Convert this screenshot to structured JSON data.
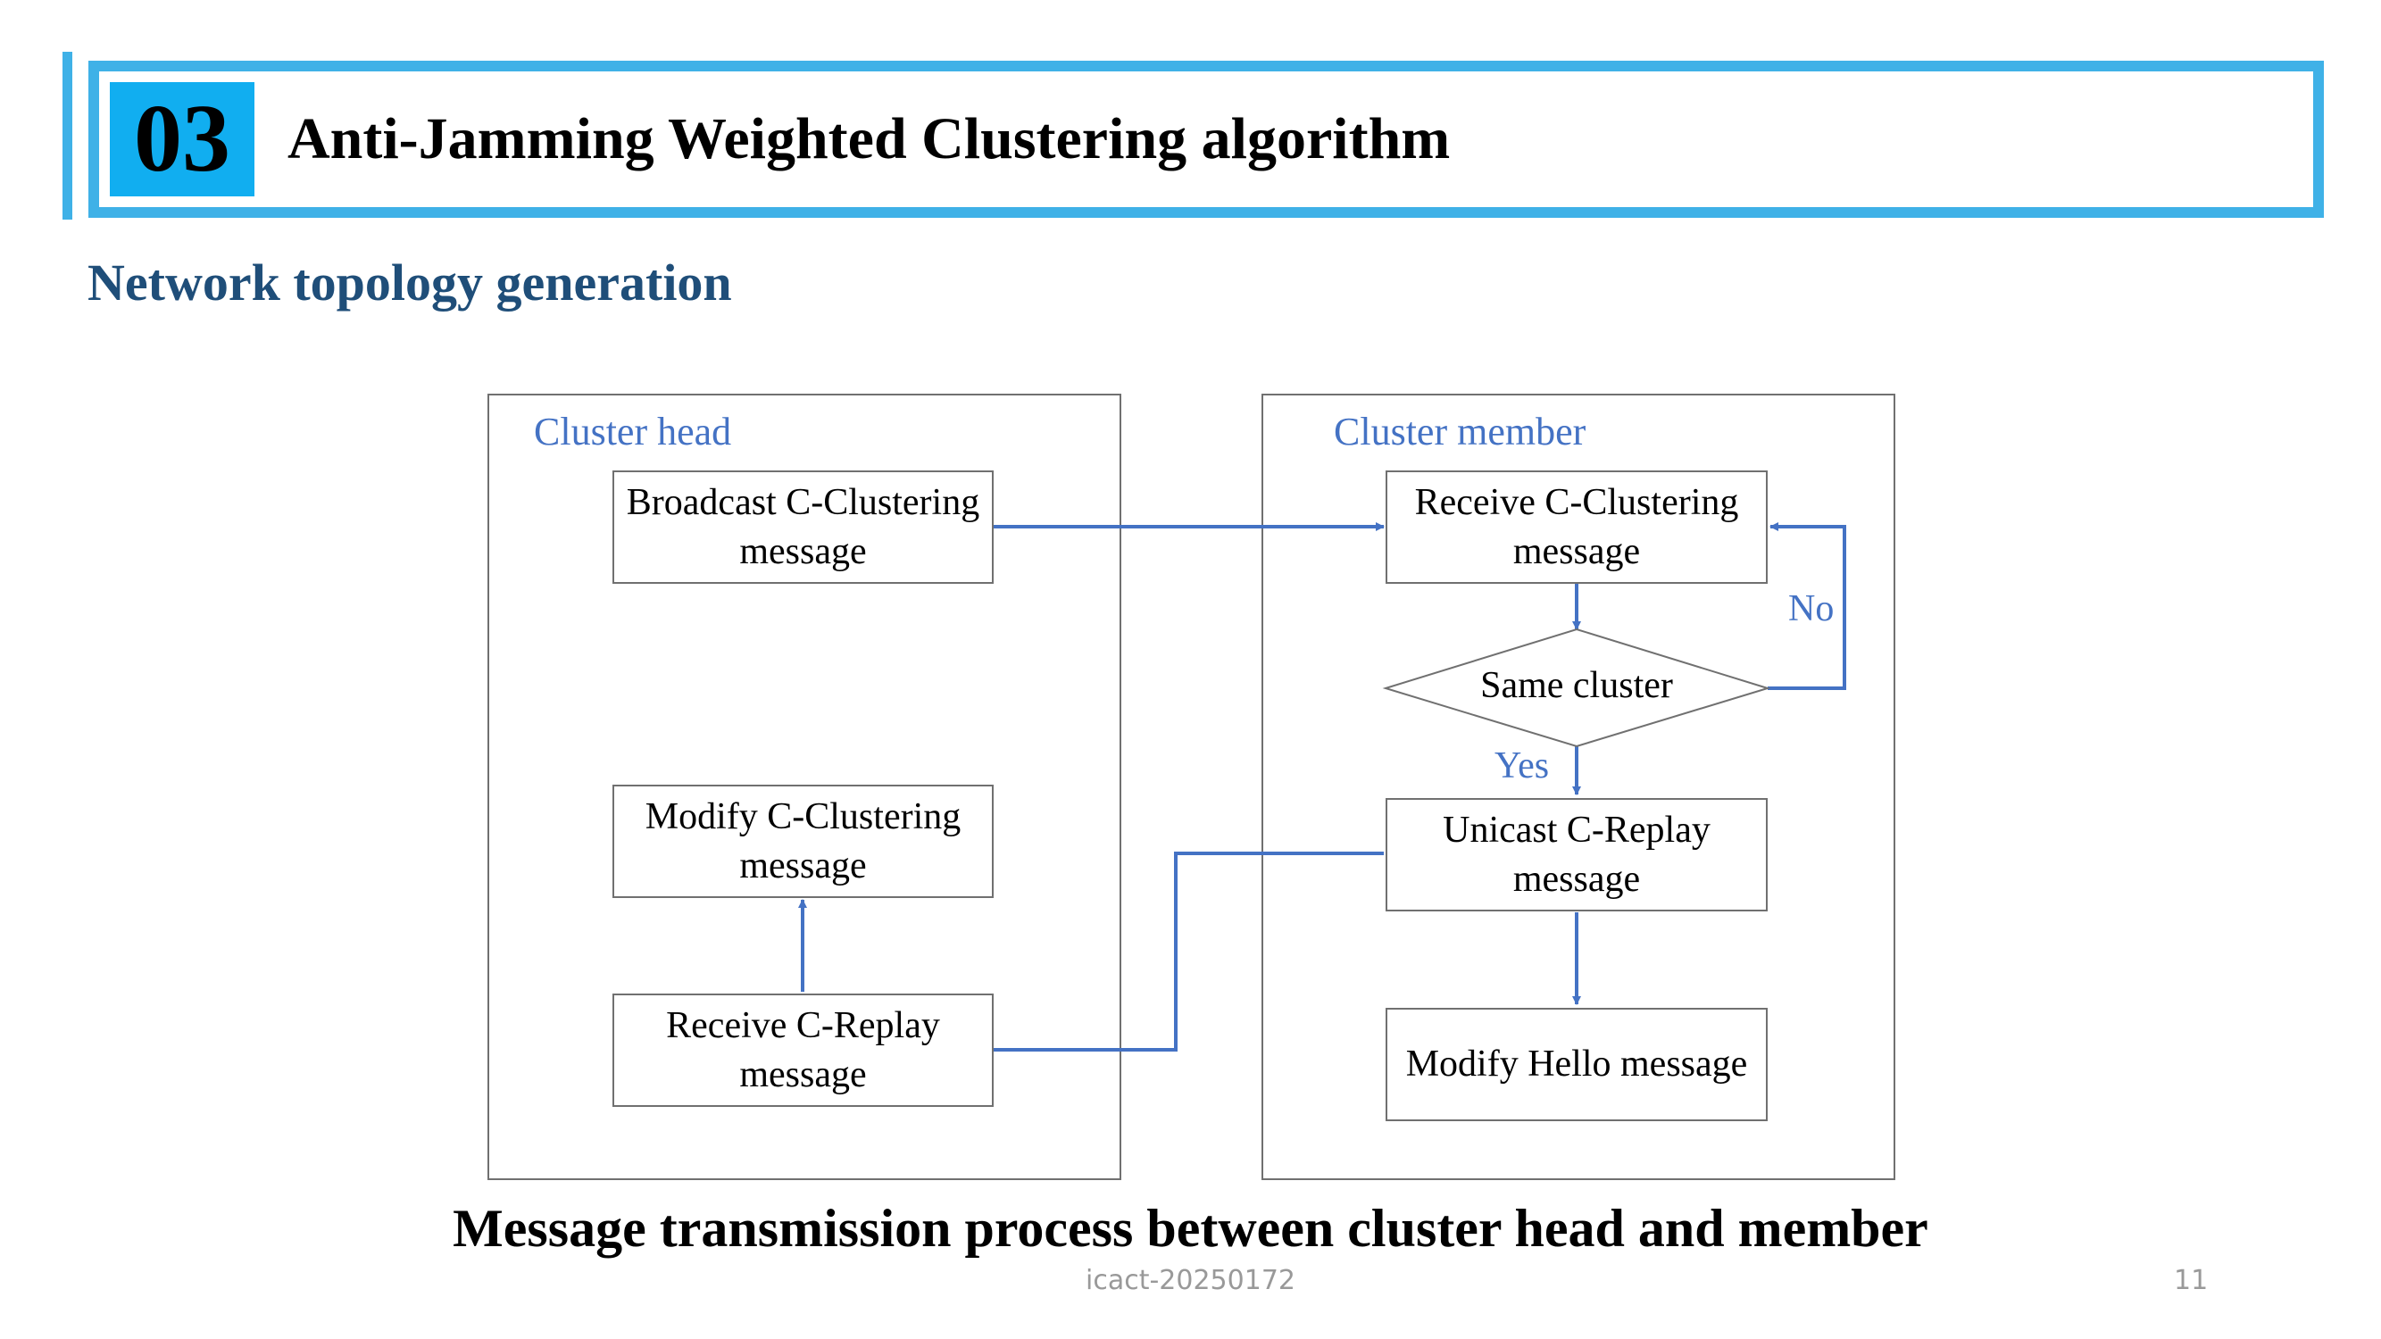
{
  "header": {
    "number": "03",
    "title": "Anti-Jamming Weighted Clustering algorithm"
  },
  "section_title": "Network topology generation",
  "diagram": {
    "cluster_head": {
      "label": "Cluster head",
      "broadcast": "Broadcast C-Clustering message",
      "modify": "Modify C-Clustering message",
      "receive_replay": "Receive C-Replay message"
    },
    "cluster_member": {
      "label": "Cluster member",
      "receive_clustering": "Receive C-Clustering message",
      "decision": "Same cluster",
      "unicast_replay": "Unicast C-Replay message",
      "modify_hello": "Modify Hello message"
    },
    "edge_labels": {
      "no": "No",
      "yes": "Yes"
    },
    "colors": {
      "arrow": "#4472c4",
      "accent": "#3fb1e7",
      "number_box": "#11aef0"
    }
  },
  "caption": "Message transmission process between cluster head and member",
  "footer": {
    "text": "icact-20250172",
    "page": "11"
  }
}
